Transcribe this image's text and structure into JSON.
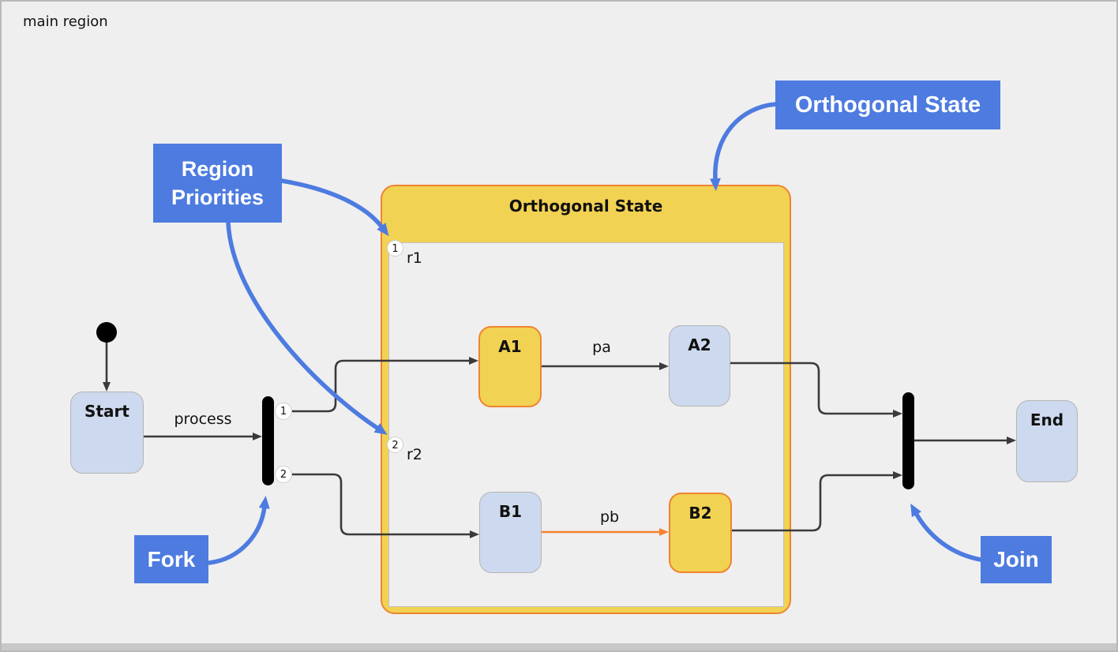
{
  "window": {
    "region_label": "main region"
  },
  "colors": {
    "canvas_bg": "#efefef",
    "callout_blue": "#4d7be0",
    "state_fill_blue": "#cdd9ee",
    "state_fill_active": "#f2d253",
    "active_border_orange": "#ef8430",
    "transition_dark": "#3a3a3a",
    "transition_orange": "#f58230"
  },
  "states": {
    "start": {
      "label": "Start"
    },
    "end": {
      "label": "End"
    },
    "a1": {
      "label": "A1"
    },
    "a2": {
      "label": "A2"
    },
    "b1": {
      "label": "B1"
    },
    "b2": {
      "label": "B2"
    }
  },
  "orthogonal": {
    "title": "Orthogonal State",
    "regions": [
      {
        "priority": "1",
        "name": "r1"
      },
      {
        "priority": "2",
        "name": "r2"
      }
    ]
  },
  "transitions": {
    "process": {
      "label": "process"
    },
    "pa": {
      "label": "pa"
    },
    "pb": {
      "label": "pb"
    }
  },
  "fork": {
    "ports": [
      {
        "priority": "1"
      },
      {
        "priority": "2"
      }
    ]
  },
  "callouts": {
    "orthogonal_state": {
      "label": "Orthogonal State"
    },
    "region_priorities": {
      "line1": "Region",
      "line2": "Priorities"
    },
    "fork": {
      "label": "Fork"
    },
    "join": {
      "label": "Join"
    }
  }
}
